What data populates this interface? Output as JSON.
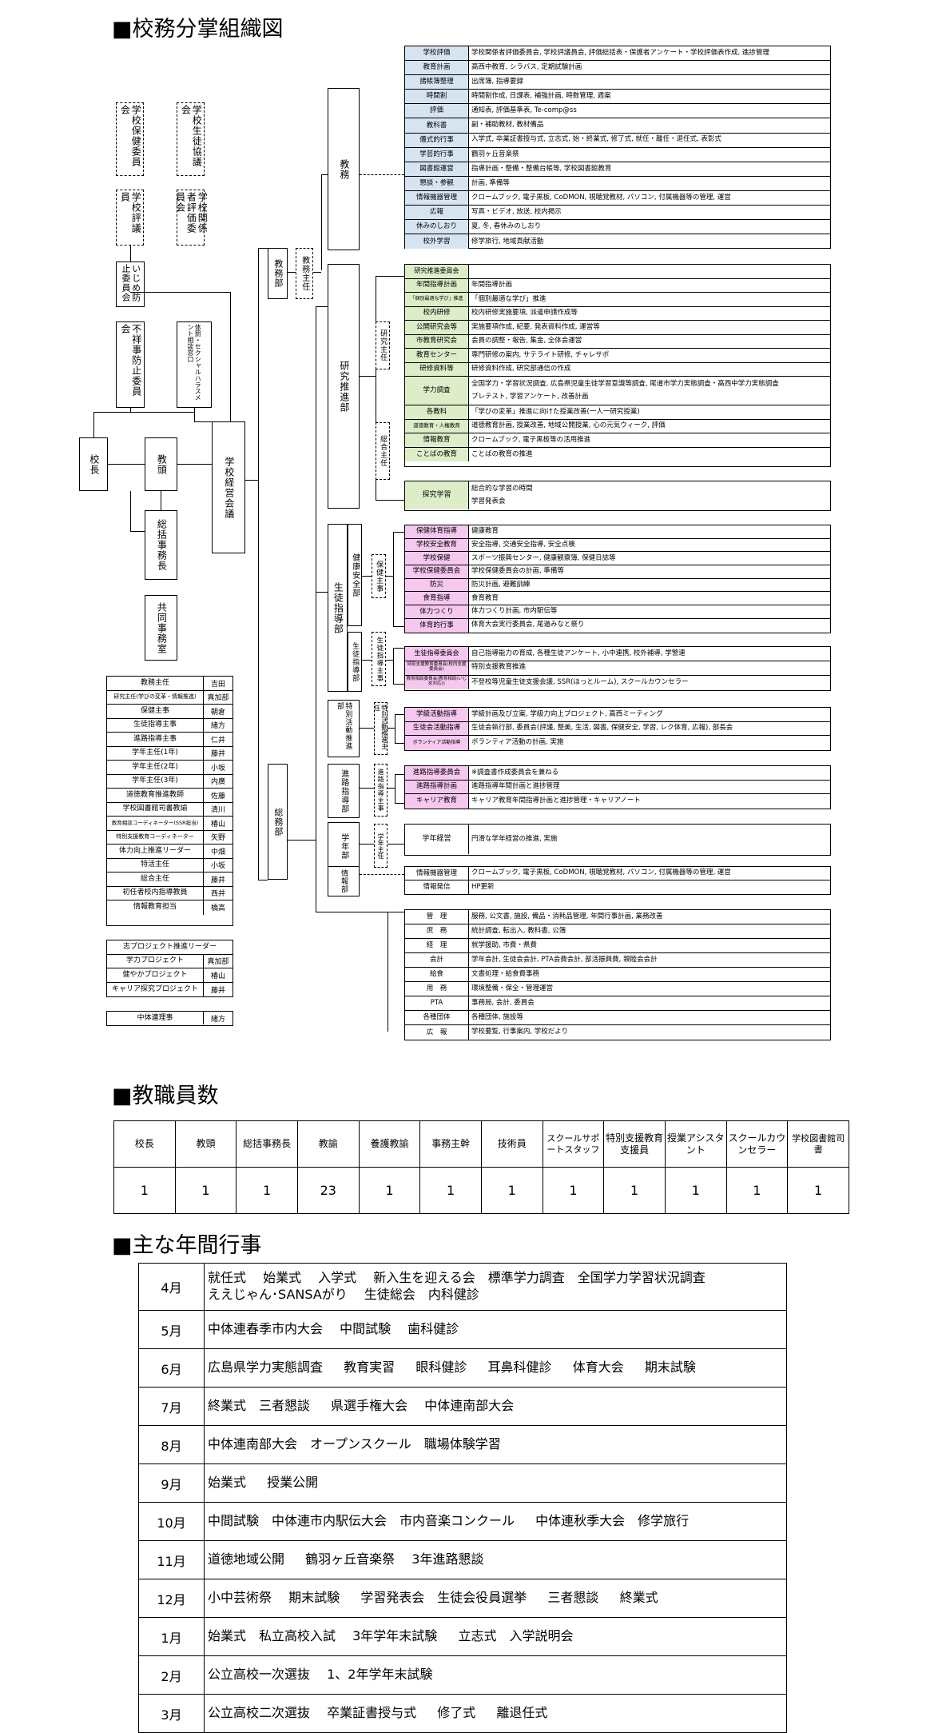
{
  "titles": {
    "org": "■校務分掌組織図",
    "staff": "■教職員数",
    "events": "■主な年間行事"
  },
  "org": {
    "left_committees": [
      "学校保健委員会",
      "学校生徒協議会",
      "学校評議員",
      "学校関係者評価委員会",
      "いじめ防止委員会",
      "不祥事防止委員会",
      "体罰・セクシャルハラスメント相談窓口"
    ],
    "chain": {
      "principal": "校長",
      "vice": "教頭",
      "chief_admin": "総括事務長",
      "joint_office": "共同事務室",
      "council": "学校経営会議"
    },
    "depts": {
      "kyomu_bu": "教務部",
      "kyomu_shunin": "教務主任",
      "somu_bu": "総務部",
      "kyomu": "教務",
      "kenkyu": "研究推進部",
      "kenkyu_shunin": "研究主任",
      "sogo_shunin": "総合主任",
      "seito": "生徒指導部",
      "kenko": "健康安全部",
      "hoken_shuji": "保健主事",
      "seito_sub": "生徒指導部",
      "seito_shuji": "生徒指導主事",
      "tokkatsu": "特別活動推進部",
      "tokkatsu_shunin": "特別活動推進主任",
      "shinro": "進路指導部",
      "shinro_shuji": "進路指導主事",
      "gakunen": "学年部",
      "gakunen_shunin": "学年主任",
      "joho": "情報部"
    },
    "kyomu_items": [
      {
        "k": "学校評価",
        "v": "学校関係者評価委員会, 学校評議員会, 評価総括表・保護者アンケート・学校評価表作成, 進捗管理"
      },
      {
        "k": "教育計画",
        "v": "高西中教育, シラバス, 定期試験計画"
      },
      {
        "k": "諸帳簿整理",
        "v": "出席簿, 指導要録"
      },
      {
        "k": "時間割",
        "v": "時間割作成, 日課表, 補強計画, 時数管理, 週案"
      },
      {
        "k": "評価",
        "v": "通知表, 評価基準表, Te-comp@ss"
      },
      {
        "k": "教科書",
        "v": "副・補助教材, 教材備品"
      },
      {
        "k": "儀式的行事",
        "v": "入学式, 卒業証書授与式, 立志式, 始・終業式, 修了式, 就任・離任・退任式, 表彰式"
      },
      {
        "k": "学芸的行事",
        "v": "鶴羽ヶ丘音楽祭"
      },
      {
        "k": "図書館運営",
        "v": "指導計画・整備・整備台帳等, 学校図書館教育"
      },
      {
        "k": "懇談・参観",
        "v": "計画, 準備等"
      },
      {
        "k": "情報機器管理",
        "v": "クロームブック, 電子黒板, CoDMON, 視聴覚教材, パソコン, 付属機器等の管理, 運営"
      },
      {
        "k": "広報",
        "v": "写真・ビデオ, 放送, 校内掲示"
      },
      {
        "k": "休みのしおり",
        "v": "夏, 冬, 春休みのしおり"
      },
      {
        "k": "校外学習",
        "v": "修学旅行, 地域貢献活動"
      }
    ],
    "kenkyu_items": [
      {
        "k": "研究推進委員会",
        "v": ""
      },
      {
        "k": "年間指導計画",
        "v": "年間指導計画"
      },
      {
        "k": "「個別最適な学び」推進",
        "v": "「個別最適な学び」推進"
      },
      {
        "k": "校内研修",
        "v": "校内研修実施要項, 派遣申請作成等"
      },
      {
        "k": "公開研究会等",
        "v": "実施要項作成, 紀要, 発表資料作成, 運営等"
      },
      {
        "k": "市教育研究会",
        "v": "会員の調整・報告, 集金, 全体会運営"
      },
      {
        "k": "教育センター",
        "v": "専門研修の案内, サテライト研修, チャレサポ"
      },
      {
        "k": "研修資料等",
        "v": "研修資料作成, 研究部通信の作成"
      },
      {
        "k": "学力調査",
        "v": "全国学力・学習状況調査, 広島県児童生徒学習意識等調査, 尾道市学力実態調査・高西中学力実態調査\nプレテスト, 学習アンケート, 改善計画"
      },
      {
        "k": "各教科",
        "v": "「学びの変革」推進に向けた授業改善(一人一研究授業)"
      },
      {
        "k": "道徳教育・人権教育",
        "v": "道徳教育計画, 授業改善, 地域公開授業, 心の元気ウィーク, 評価"
      },
      {
        "k": "情報教育",
        "v": "クロームブック, 電子黒板等の活用推進"
      },
      {
        "k": "ことばの教育",
        "v": "ことばの教育の推進"
      }
    ],
    "tankyu": {
      "k": "探究学習",
      "v1": "総合的な学習の時間",
      "v2": "学習発表会"
    },
    "kenko_items": [
      {
        "k": "保健体育指導",
        "v": "健康教育"
      },
      {
        "k": "学校安全教育",
        "v": "安全指導, 交通安全指導, 安全点検"
      },
      {
        "k": "学校保健",
        "v": "スポーツ振興センター, 健康観察簿, 保健日誌等"
      },
      {
        "k": "学校保健委員会",
        "v": "学校保健委員会の計画, 準備等"
      },
      {
        "k": "防災",
        "v": "防災計画, 避難訓練"
      },
      {
        "k": "食育指導",
        "v": "食育教育"
      },
      {
        "k": "体力つくり",
        "v": "体力つくり計画, 市内駅伝等"
      },
      {
        "k": "体育的行事",
        "v": "体育大会実行委員会, 尾道みなと祭り"
      }
    ],
    "seito_items": [
      {
        "k": "生徒指導委員会",
        "v": "自己指導能力の育成, 各種生徒アンケート, 小中連携, 校外補導, 学警連"
      },
      {
        "k": "特別支援教育委員会(校内支援委員会)",
        "v": "特別支援教育推進"
      },
      {
        "k": "教育相談委員会(教育相談(いじめ対応))",
        "v": "不登校等児童生徒支援会議, SSR(ほっとルーム), スクールカウンセラー"
      }
    ],
    "tokkatsu_items": [
      {
        "k": "学級活動指導",
        "v": "学級計画及び立案, 学級力向上プロジェクト, 高西ミーティング"
      },
      {
        "k": "生徒会活動指導",
        "v": "生徒会執行部, 委員会(評議, 整美, 生活, 図書, 保健安全, 学習, レク体育, 広報), 部長会"
      },
      {
        "k": "ボランティア活動指導",
        "v": "ボランティア活動の計画, 実施"
      }
    ],
    "shinro_items": [
      {
        "k": "進路指導委員会",
        "v": "※調査書作成委員会を兼ねる"
      },
      {
        "k": "進路指導計画",
        "v": "進路指導年間計画と進捗管理"
      },
      {
        "k": "キャリア教育",
        "v": "キャリア教育年間指導計画と進捗管理・キャリアノート"
      }
    ],
    "gakunen_item": {
      "k": "学年経営",
      "v": "円滑な学年経営の推進, 実施"
    },
    "joho_items": [
      {
        "k": "情報機器管理",
        "v": "クロームブック, 電子黒板, CoDMON, 視聴覚教材, パソコン, 付属機器等の管理, 運営"
      },
      {
        "k": "情報発信",
        "v": "HP更新"
      }
    ],
    "somu_items": [
      {
        "k": "管　理",
        "v": "服務, 公文書, 施設, 備品・消耗品管理, 年間行事計画, 業務改善"
      },
      {
        "k": "庶　務",
        "v": "統計調査, 転出入, 教科書, 公簿"
      },
      {
        "k": "経　理",
        "v": "就学援助, 市費・県費"
      },
      {
        "k": "会計",
        "v": "学年会計, 生徒会会計, PTA会費会計, 部活振興費, 親睦会会計"
      },
      {
        "k": "給食",
        "v": "文書処理・給食費事務"
      },
      {
        "k": "用　務",
        "v": "環境整備・保全・管理運営"
      },
      {
        "k": "PTA",
        "v": "事務局, 会計, 委員会"
      },
      {
        "k": "各種団体",
        "v": "各種団体, 施設等"
      },
      {
        "k": "広　報",
        "v": "学校要覧, 行事案内, 学校だより"
      }
    ],
    "staff_roles": [
      {
        "r": "教務主任",
        "n": "吉田"
      },
      {
        "r": "研究主任(学びの変革・情報推進)",
        "n": "真加部"
      },
      {
        "r": "保健主事",
        "n": "朝倉"
      },
      {
        "r": "生徒指導主事",
        "n": "緒方"
      },
      {
        "r": "進路指導主事",
        "n": "仁井"
      },
      {
        "r": "学年主任(1年)",
        "n": "藤井"
      },
      {
        "r": "学年主任(2年)",
        "n": "小坂"
      },
      {
        "r": "学年主任(3年)",
        "n": "内廣"
      },
      {
        "r": "道徳教育推進教師",
        "n": "佐藤"
      },
      {
        "r": "学校図書館司書教諭",
        "n": "清川"
      },
      {
        "r": "教育相談コーディネーター(SSR担当)",
        "n": "椿山"
      },
      {
        "r": "特別支援教育コーディネーター",
        "n": "矢野"
      },
      {
        "r": "体力向上推進リーダー",
        "n": "中畑"
      },
      {
        "r": "特活主任",
        "n": "小坂"
      },
      {
        "r": "総合主任",
        "n": "藤井"
      },
      {
        "r": "初任者校内指導教員",
        "n": "西井"
      },
      {
        "r": "情報教育担当",
        "n": "橋高"
      }
    ],
    "projects_header": "志プロジェクト推進リーダー",
    "projects": [
      {
        "r": "学力プロジェクト",
        "n": "真加部"
      },
      {
        "r": "健やかプロジェクト",
        "n": "椿山"
      },
      {
        "r": "キャリア探究プロジェクト",
        "n": "藤井"
      }
    ],
    "chutai": {
      "r": "中体連理事",
      "n": "緒方"
    }
  },
  "staff_count": {
    "headers": [
      "校長",
      "教頭",
      "総括事務長",
      "教諭",
      "養護教諭",
      "事務主幹",
      "技術員",
      "スクールサポートスタッフ",
      "特別支援教育支援員",
      "授業アシスタント",
      "スクールカウンセラー",
      "学校図書館司書"
    ],
    "values": [
      "1",
      "1",
      "1",
      "23",
      "1",
      "1",
      "1",
      "1",
      "1",
      "1",
      "1",
      "1"
    ]
  },
  "events": [
    {
      "m": "4月",
      "e": "就任式　 始業式 　入学式　 新入生を迎える会　標準学力調査　全国学力学習状況調査\nええじゃん･SANSAがり　 生徒総会　内科健診"
    },
    {
      "m": "5月",
      "e": "中体連春季市内大会　 中間試験　 歯科健診"
    },
    {
      "m": "6月",
      "e": "広島県学力実態調査 　 教育実習 　 眼科健診 　 耳鼻科健診 　 体育大会 　 期末試験"
    },
    {
      "m": "7月",
      "e": "終業式　三者懇談 　 県選手権大会　  中体連南部大会"
    },
    {
      "m": "8月",
      "e": "中体連南部大会　オープンスクール　職場体験学習"
    },
    {
      "m": "9月",
      "e": "始業式 　 授業公開"
    },
    {
      "m": "10月",
      "e": "中間試験　中体連市内駅伝大会　市内音楽コンクール 　 中体連秋季大会　修学旅行"
    },
    {
      "m": "11月",
      "e": "道徳地域公開 　 鶴羽ヶ丘音楽祭　 3年進路懇談"
    },
    {
      "m": "12月",
      "e": "小中芸術祭　  期末試験 　 学習発表会　生徒会役員選挙 　 三者懇談 　 終業式"
    },
    {
      "m": "1月",
      "e": "始業式　私立高校入試　 3年学年末試験 　 立志式　入学説明会"
    },
    {
      "m": "2月",
      "e": "公立高校一次選抜　 1、2年学年末試験"
    },
    {
      "m": "3月",
      "e": "公立高校二次選抜　 卒業証書授与式 　 修了式 　 離退任式"
    }
  ]
}
